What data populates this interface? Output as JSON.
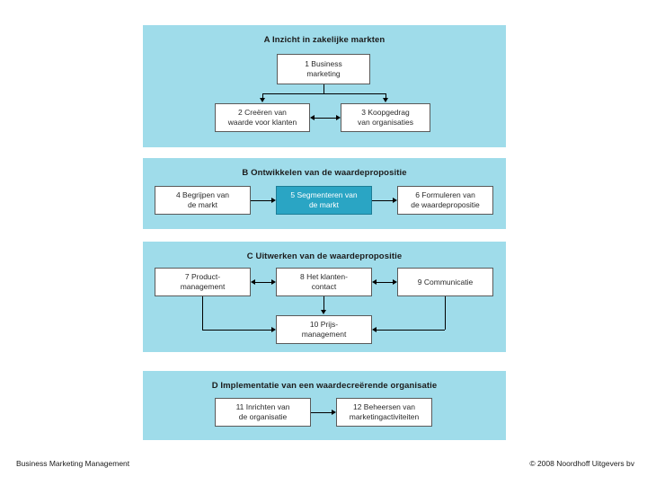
{
  "diagram": {
    "type": "flowchart",
    "panels": [
      {
        "id": "A",
        "title": "A  Inzicht in zakelijke markten",
        "boxes": [
          {
            "id": "1",
            "line1": "1  Business",
            "line2": "marketing",
            "highlight": false
          },
          {
            "id": "2",
            "line1": "2  Creëren van",
            "line2": "waarde voor klanten",
            "highlight": false
          },
          {
            "id": "3",
            "line1": "3  Koopgedrag",
            "line2": "van organisaties",
            "highlight": false
          }
        ]
      },
      {
        "id": "B",
        "title": "B  Ontwikkelen van de waardepropositie",
        "boxes": [
          {
            "id": "4",
            "line1": "4  Begrijpen van",
            "line2": "de markt",
            "highlight": false
          },
          {
            "id": "5",
            "line1": "5  Segmenteren van",
            "line2": "de markt",
            "highlight": true
          },
          {
            "id": "6",
            "line1": "6  Formuleren van",
            "line2": "de waardepropositie",
            "highlight": false
          }
        ]
      },
      {
        "id": "C",
        "title": "C  Uitwerken van de waardepropositie",
        "boxes": [
          {
            "id": "7",
            "line1": "7  Product-",
            "line2": "management",
            "highlight": false
          },
          {
            "id": "8",
            "line1": "8  Het klanten-",
            "line2": "contact",
            "highlight": false
          },
          {
            "id": "9",
            "line1": "9  Communicatie",
            "line2": "",
            "highlight": false
          },
          {
            "id": "10",
            "line1": "10  Prijs-",
            "line2": "management",
            "highlight": false
          }
        ]
      },
      {
        "id": "D",
        "title": "D  Implementatie van een waardecreërende organisatie",
        "boxes": [
          {
            "id": "11",
            "line1": "11  Inrichten van",
            "line2": "de organisatie",
            "highlight": false
          },
          {
            "id": "12",
            "line1": "12  Beheersen van",
            "line2": "marketingactiviteiten",
            "highlight": false
          }
        ]
      }
    ],
    "colors": {
      "panel_background": "#9fdcea",
      "box_background": "#ffffff",
      "box_border": "#5a5a5a",
      "highlight_background": "#2aa5c4",
      "highlight_text": "#ffffff",
      "connector": "#000000",
      "slide_background": "#ffffff"
    }
  },
  "footer": {
    "left": "Business Marketing Management",
    "right": "© 2008 Noordhoff Uitgevers bv"
  }
}
